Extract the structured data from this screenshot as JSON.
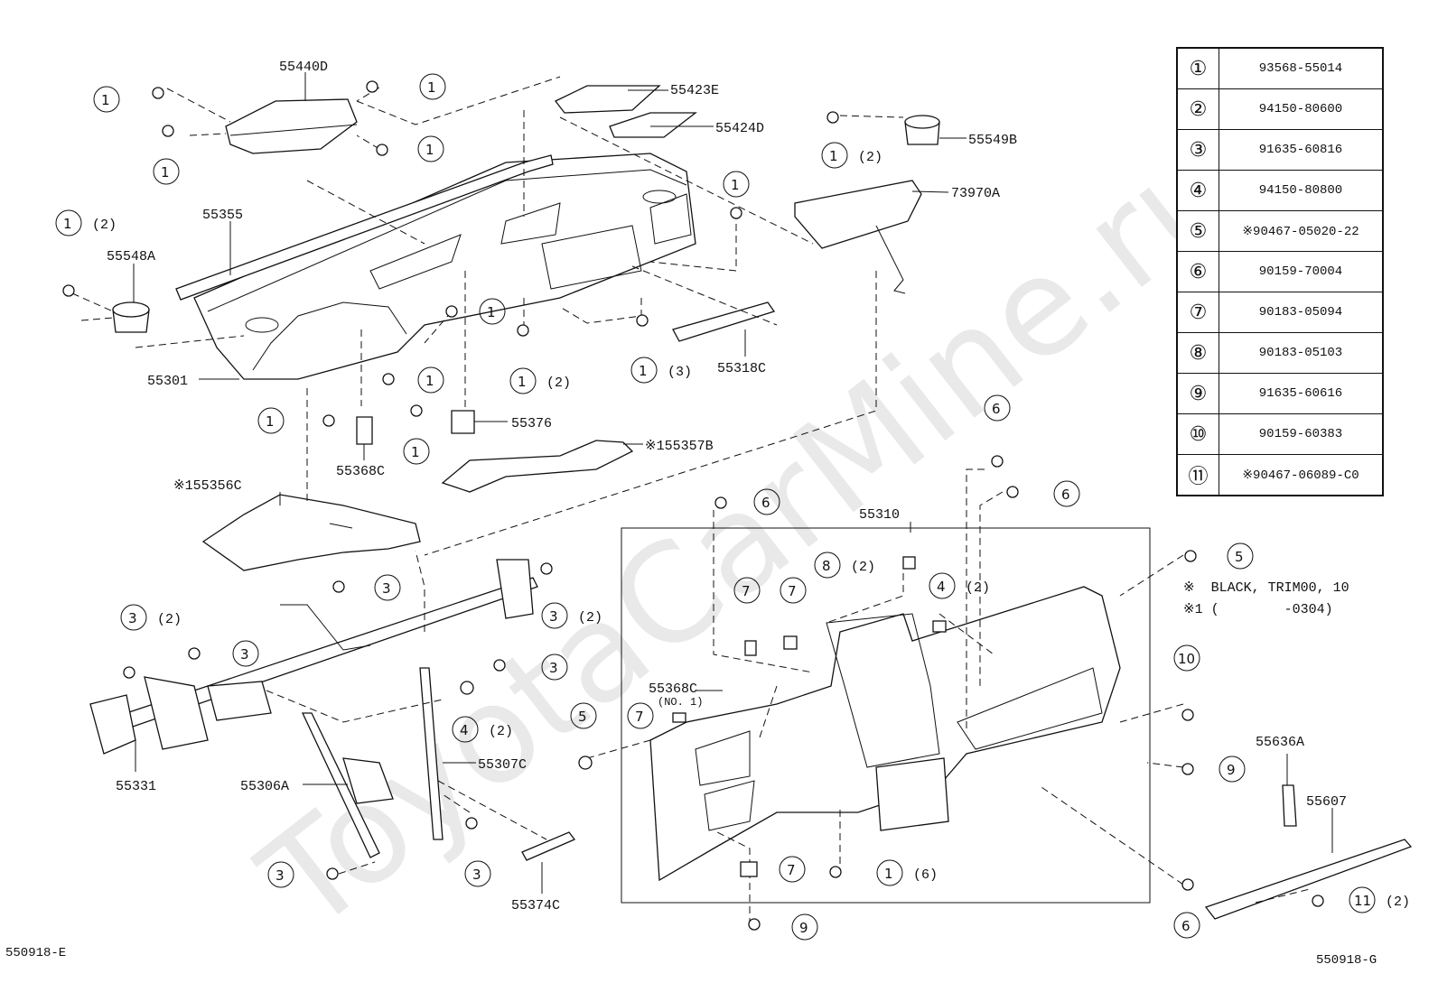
{
  "watermark": "ToyotaCarMine.ru",
  "diagram_refs": {
    "left": "550918-E",
    "right": "550918-G"
  },
  "parts_table": [
    {
      "ref": "①",
      "part_no": "93568-55014"
    },
    {
      "ref": "②",
      "part_no": "94150-80600"
    },
    {
      "ref": "③",
      "part_no": "91635-60816"
    },
    {
      "ref": "④",
      "part_no": "94150-80800"
    },
    {
      "ref": "⑤",
      "part_no": "※90467-05020-22"
    },
    {
      "ref": "⑥",
      "part_no": "90159-70004"
    },
    {
      "ref": "⑦",
      "part_no": "90183-05094"
    },
    {
      "ref": "⑧",
      "part_no": "90183-05103"
    },
    {
      "ref": "⑨",
      "part_no": "91635-60616"
    },
    {
      "ref": "⑩",
      "part_no": "90159-60383"
    },
    {
      "ref": "⑪",
      "part_no": "※90467-06089-C0"
    }
  ],
  "notes": [
    {
      "mark": "※",
      "text": "BLACK, TRIM00, 10"
    },
    {
      "mark": "※1",
      "text": "(        -0304)"
    }
  ],
  "part_labels": {
    "p55440D": "55440D",
    "p55423E": "55423E",
    "p55424D": "55424D",
    "p55549B": "55549B",
    "p73970A": "73970A",
    "p55355": "55355",
    "p55548A": "55548A",
    "p55301": "55301",
    "p55318C": "55318C",
    "p55376": "55376",
    "p55368C": "55368C",
    "p155357B": "※155357B",
    "p155356C": "※155356C",
    "p55310": "55310",
    "p55331": "55331",
    "p55306A": "55306A",
    "p55307C": "55307C",
    "p55374C": "55374C",
    "p55368C_no1": "55368C",
    "p55368C_no1_sub": "(NO. 1)",
    "p55636A": "55636A",
    "p55607": "55607"
  },
  "qty_labels": {
    "q2": "(2)",
    "q3": "(3)",
    "q6": "(6)"
  }
}
